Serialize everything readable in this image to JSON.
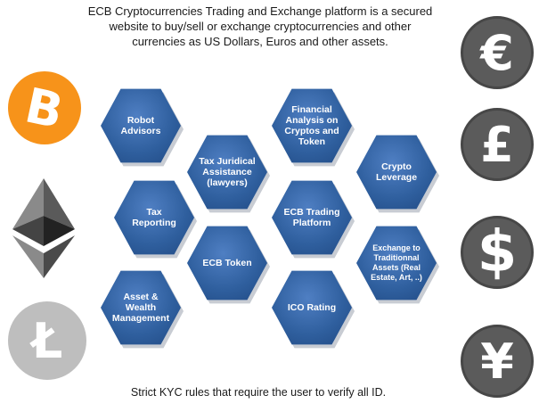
{
  "intro_text": "ECB Cryptocurrencies Trading and Exchange platform is a secured website to buy/sell or exchange cryptocurrencies and other currencies as US Dollars, Euros and other assets.",
  "footer_text": "Strict KYC rules that require the user to verify all ID.",
  "left_coins": [
    {
      "icon": "bitcoin-icon",
      "symbol": "B",
      "color": "#f7931a"
    },
    {
      "icon": "ethereum-icon",
      "symbol": "",
      "color": "#3c3c3d"
    },
    {
      "icon": "litecoin-icon",
      "symbol": "Ł",
      "color": "#bebebe"
    }
  ],
  "right_coins": [
    {
      "icon": "euro-icon",
      "symbol": "€"
    },
    {
      "icon": "pound-icon",
      "symbol": "£"
    },
    {
      "icon": "dollar-icon",
      "symbol": "$"
    },
    {
      "icon": "yen-icon",
      "symbol": "¥"
    }
  ],
  "hexagons": [
    {
      "label": "Robot Advisors"
    },
    {
      "label": "Tax Reporting"
    },
    {
      "label": "Asset & Wealth Management"
    },
    {
      "label": "Tax Juridical Assistance (lawyers)"
    },
    {
      "label": "ECB Token"
    },
    {
      "label": "Financial Analysis on Cryptos and Token"
    },
    {
      "label": "ECB Trading Platform"
    },
    {
      "label": "ICO Rating"
    },
    {
      "label": "Crypto Leverage"
    },
    {
      "label": "Exchange to Traditionnal Assets (Real Estate, Art, ..)"
    }
  ],
  "colors": {
    "hex_fill": "#2f5f9e",
    "coin_gray": "#5b5b5b",
    "bitcoin_orange": "#f7931a"
  }
}
